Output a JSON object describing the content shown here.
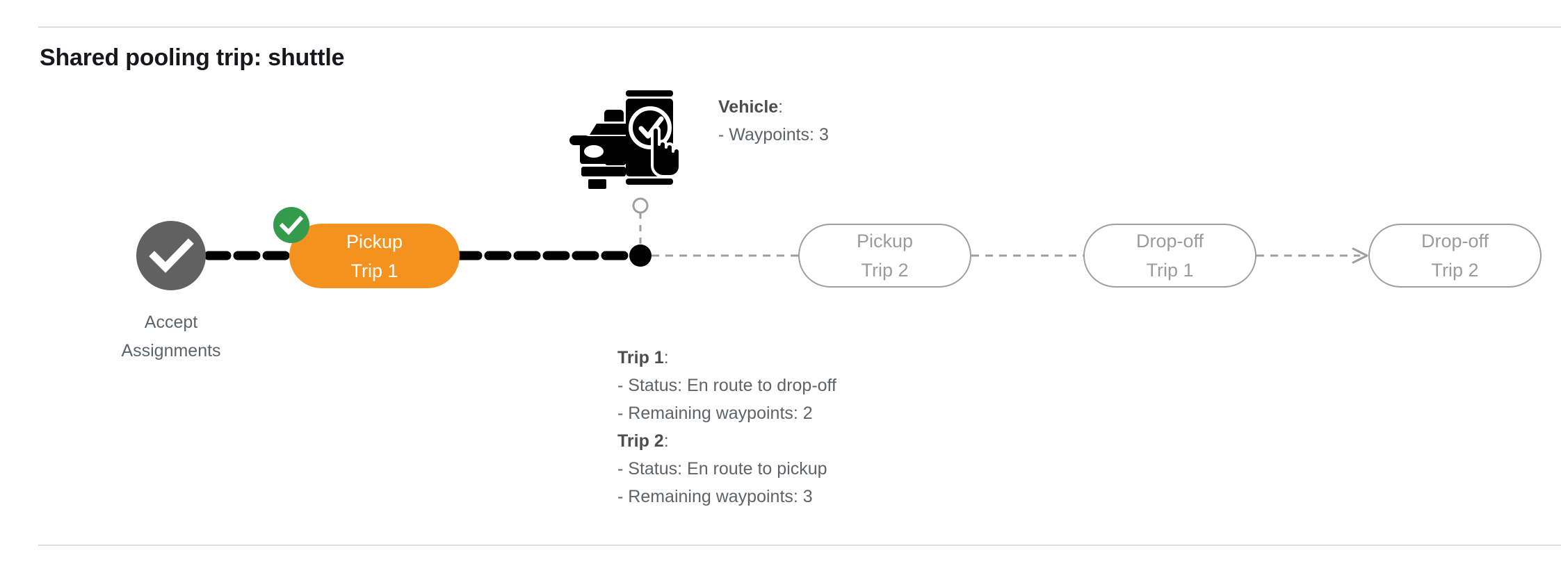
{
  "page": {
    "title": "Shared pooling trip: shuttle"
  },
  "flow": {
    "accept_node": {
      "icon": "check-circle-icon",
      "label_line1": "Accept",
      "label_line2": "Assignments",
      "color": "#616161"
    },
    "active_step": {
      "line1": "Pickup",
      "line2": "Trip 1",
      "color": "#F3921E",
      "badge_icon": "check-badge-icon",
      "badge_color": "#349B4D"
    },
    "upcoming_steps": [
      {
        "line1": "Pickup",
        "line2": "Trip 2"
      },
      {
        "line1": "Drop-off",
        "line2": "Trip 1"
      },
      {
        "line1": "Drop-off",
        "line2": "Trip 2"
      }
    ],
    "vehicle_marker": {
      "icon": "vehicle-phone-check-icon"
    },
    "outline_color": "#9e9e9e",
    "completed_path_color": "#000000",
    "pending_path_color": "#9e9e9e"
  },
  "annotations": {
    "vehicle": {
      "heading": "Vehicle",
      "heading_colon": ":",
      "waypoints": "- Waypoints: 3"
    },
    "trip1": {
      "heading": "Trip 1",
      "heading_colon": ":",
      "status": "- Status:  En route to drop-off",
      "remaining": "- Remaining waypoints: 2"
    },
    "trip2": {
      "heading": "Trip 2",
      "heading_colon": ":",
      "status": "- Status:  En route to pickup",
      "remaining": "- Remaining waypoints: 3"
    }
  }
}
